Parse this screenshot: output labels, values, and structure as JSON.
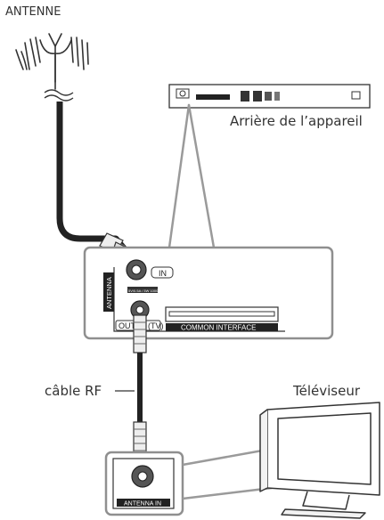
{
  "labels": {
    "antenna": "ANTENNE",
    "rear_of_device": "Arrière de l’appareil",
    "rf_cable": "câble RF",
    "tv": "Téléviseur"
  },
  "panel": {
    "antenna_vertical": "ANTENNA",
    "in_port": "IN",
    "out_port": "OUT",
    "tv_suffix": "(TV)",
    "common_interface": "COMMON INTERFACE",
    "power_spec": "5V/0.5A / 5W 1000A"
  },
  "tv_panel": {
    "antenna_in": "ANTENNA IN"
  },
  "colors": {
    "line": "#333333",
    "gray_line": "#9a9a9a",
    "panel_border": "#8f8f8f"
  }
}
